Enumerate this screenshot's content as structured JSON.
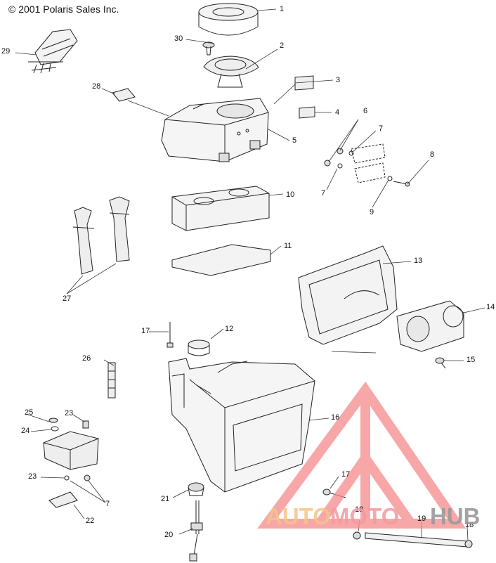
{
  "copyright": "© 2001 Polaris Sales Inc.",
  "callouts": [
    {
      "id": "c1",
      "label": "1"
    },
    {
      "id": "c2",
      "label": "2"
    },
    {
      "id": "c3",
      "label": "3"
    },
    {
      "id": "c4",
      "label": "4"
    },
    {
      "id": "c5",
      "label": "5"
    },
    {
      "id": "c6",
      "label": "6"
    },
    {
      "id": "c7a",
      "label": "7"
    },
    {
      "id": "c7b",
      "label": "7"
    },
    {
      "id": "c7c",
      "label": "7"
    },
    {
      "id": "c8",
      "label": "8"
    },
    {
      "id": "c9",
      "label": "9"
    },
    {
      "id": "c10",
      "label": "10"
    },
    {
      "id": "c11",
      "label": "11"
    },
    {
      "id": "c12",
      "label": "12"
    },
    {
      "id": "c13",
      "label": "13"
    },
    {
      "id": "c14",
      "label": "14"
    },
    {
      "id": "c15",
      "label": "15"
    },
    {
      "id": "c16",
      "label": "16"
    },
    {
      "id": "c17a",
      "label": "17"
    },
    {
      "id": "c17b",
      "label": "17"
    },
    {
      "id": "c18a",
      "label": "18"
    },
    {
      "id": "c18b",
      "label": "18"
    },
    {
      "id": "c19",
      "label": "19"
    },
    {
      "id": "c20",
      "label": "20"
    },
    {
      "id": "c21",
      "label": "21"
    },
    {
      "id": "c22",
      "label": "22"
    },
    {
      "id": "c23a",
      "label": "23"
    },
    {
      "id": "c23b",
      "label": "23"
    },
    {
      "id": "c24",
      "label": "24"
    },
    {
      "id": "c25",
      "label": "25"
    },
    {
      "id": "c26",
      "label": "26"
    },
    {
      "id": "c27",
      "label": "27"
    },
    {
      "id": "c28",
      "label": "28"
    },
    {
      "id": "c29",
      "label": "29"
    },
    {
      "id": "c30",
      "label": "30"
    }
  ],
  "watermark": {
    "part1": "AUTO",
    "part2": "MOTO",
    "part3": "HUB",
    "colors": {
      "auto": "#f6c48a",
      "moto": "#f39aa0",
      "hub": "#9a9a9a",
      "logo": "#f58a8a"
    }
  }
}
